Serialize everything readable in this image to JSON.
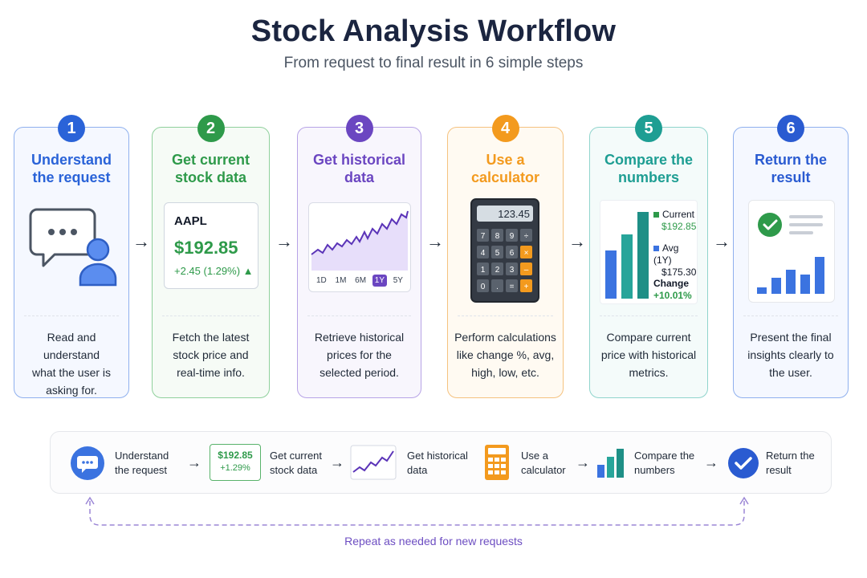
{
  "header": {
    "title": "Stock Analysis Workflow",
    "subtitle": "From request to final result in 6 simple steps"
  },
  "colors": {
    "blue": "#2a63d8",
    "green": "#2e9a4a",
    "purple": "#6b46c1",
    "orange": "#f39a1e",
    "teal": "#1e9e93",
    "dark_blue": "#2a5bd1"
  },
  "steps": [
    {
      "number": "1",
      "title": "Understand\nthe request",
      "desc": "Read and understand\nwhat the user is\nasking for.",
      "icon": "chat-user-icon"
    },
    {
      "number": "2",
      "title": "Get current\nstock data",
      "desc": "Fetch the latest\nstock price and\nreal-time info.",
      "ticker": "AAPL",
      "price": "$192.85",
      "change": "+2.45 (1.29%) ▲"
    },
    {
      "number": "3",
      "title": "Get historical\ndata",
      "desc": "Retrieve historical\nprices for the\nselected period.",
      "periods": [
        "1D",
        "1M",
        "6M",
        "1Y",
        "5Y"
      ],
      "active_period": "1Y"
    },
    {
      "number": "4",
      "title": "Use a\ncalculator",
      "desc": "Perform calculations\nlike change %, avg,\nhigh, low, etc.",
      "display": "123.45",
      "keys": [
        "7",
        "8",
        "9",
        "÷",
        "4",
        "5",
        "6",
        "×",
        "1",
        "2",
        "3",
        "–",
        "0",
        ".",
        "=",
        "+"
      ]
    },
    {
      "number": "5",
      "title": "Compare the\nnumbers",
      "desc": "Compare current\nprice with historical\nmetrics.",
      "current_label": "Current",
      "current_value": "$192.85",
      "avg_label": "Avg (1Y)",
      "avg_value": "$175.30",
      "change_label": "Change",
      "change_value": "+10.01%"
    },
    {
      "number": "6",
      "title": "Return the\nresult",
      "desc": "Present the final\ninsights clearly to\nthe user."
    }
  ],
  "strip": {
    "items": [
      "Understand\nthe request",
      "Get current\nstock data",
      "Get historical\ndata",
      "Use a\ncalculator",
      "Compare the\nnumbers",
      "Return the\nresult"
    ],
    "mini_price": "$192.85",
    "mini_change": "+1.29%"
  },
  "footer": {
    "repeat": "Repeat as needed for new requests"
  }
}
